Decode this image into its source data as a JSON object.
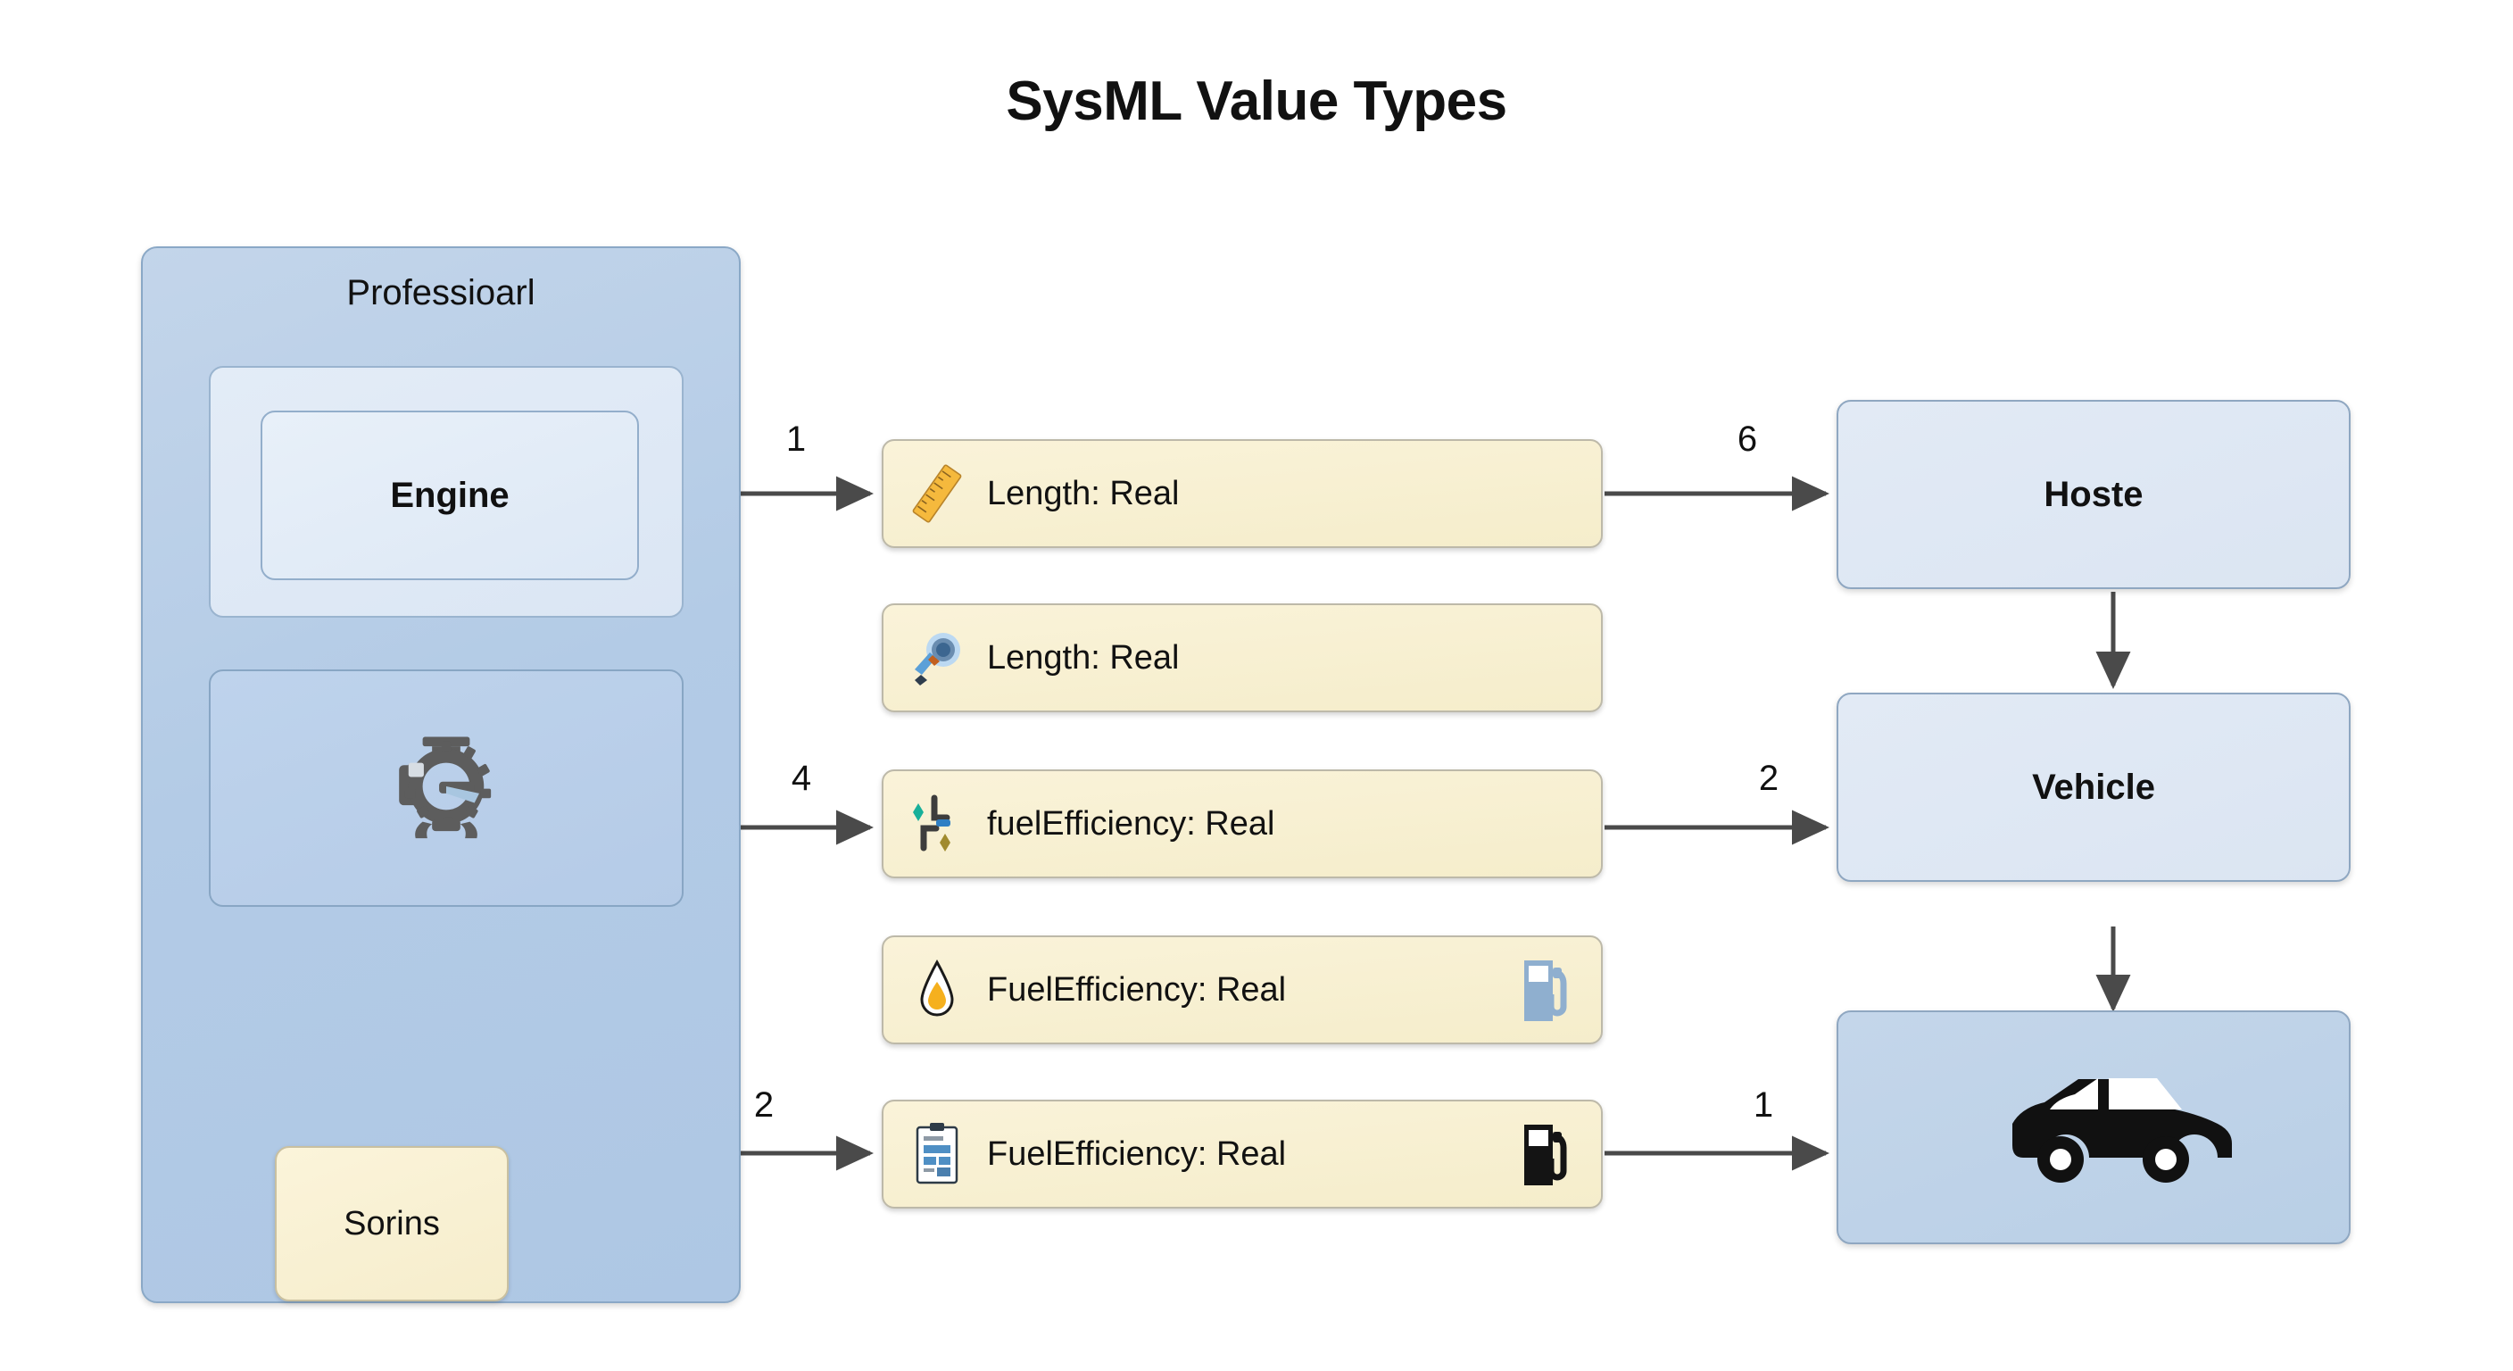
{
  "title": "SysML Value Types",
  "left_container": {
    "label": "Professioarl",
    "engine": {
      "label": "Engine"
    },
    "gear": {
      "icon": "engine-gear-icon"
    },
    "sorins": {
      "label": "Sorins"
    }
  },
  "value_types": [
    {
      "icon": "ruler-icon",
      "label": "Length: Real",
      "right_icon": ""
    },
    {
      "icon": "telescope-icon",
      "label": "Length: Real",
      "right_icon": ""
    },
    {
      "icon": "abstract-nodes-icon",
      "label": "fuelEfficiency: Real",
      "right_icon": ""
    },
    {
      "icon": "oil-drop-icon",
      "label": "FuelEfficiency: Real",
      "right_icon": "fuel-pump-blue-icon"
    },
    {
      "icon": "clipboard-icon",
      "label": "FuelEfficiency: Real",
      "right_icon": "fuel-pump-black-icon"
    }
  ],
  "right_nodes": [
    {
      "label": "Hoste",
      "icon": ""
    },
    {
      "label": "Vehicle",
      "icon": ""
    },
    {
      "label": "",
      "icon": "car-icon"
    }
  ],
  "edge_labels": {
    "engine_to_length": "1",
    "gear_to_fuelefficiency": "4",
    "sorins_to_fuelefficiency": "2",
    "length_to_hoste": "6",
    "fuelefficiency_to_vehicle": "2",
    "fuelefficiency_to_car": "1"
  },
  "colors": {
    "container_blue": "#b3cbe6",
    "value_type_cream": "#f5edcb",
    "node_pale_blue": "#dbe5f2",
    "node_blue": "#b9cfe6",
    "edge_gray": "#4a4a4a"
  }
}
